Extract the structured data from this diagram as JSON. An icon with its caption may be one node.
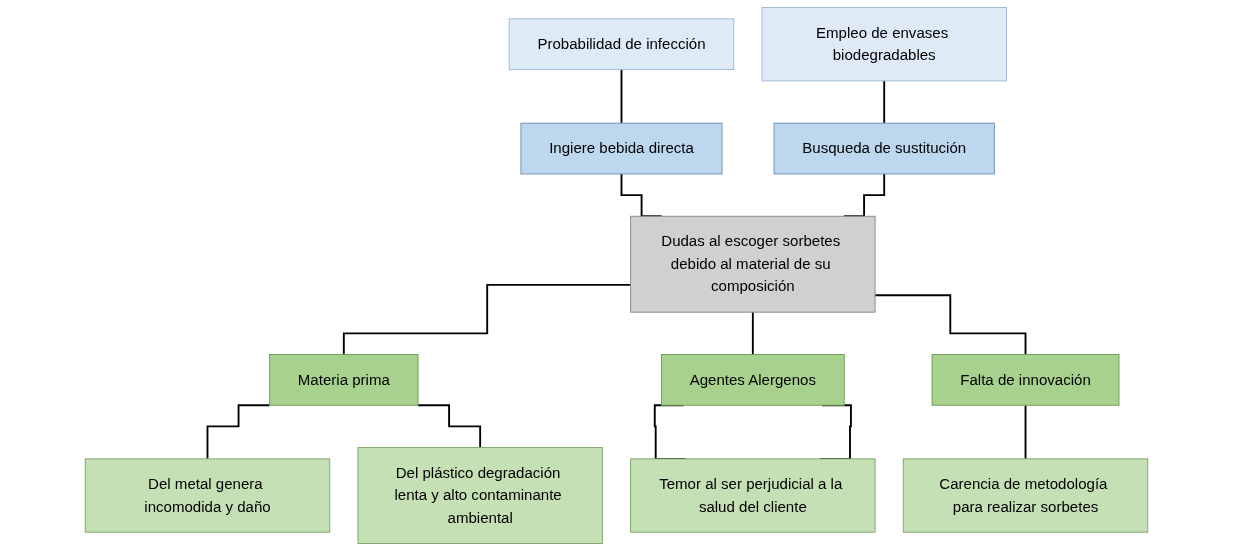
{
  "diagram": {
    "nodes": [
      {
        "text": [
          "Probabilidad de infección"
        ]
      },
      {
        "text": [
          "Empleo de envases biodegradables"
        ]
      },
      {
        "text": [
          "Ingiere bebida directa"
        ]
      },
      {
        "text": [
          "Busqueda de sustitución"
        ]
      },
      {
        "text": [
          "Dudas al escoger sorbetes debido al material de su composición"
        ]
      },
      {
        "text": [
          "Materia prima"
        ]
      },
      {
        "text": [
          "Agentes Alergenos"
        ]
      },
      {
        "text": [
          "Falta de innovación"
        ]
      },
      {
        "text": [
          "Del metal genera incomodida y daño"
        ]
      },
      {
        "text": [
          "Del plástico degradación lenta y alto contaminante ambiental"
        ]
      },
      {
        "text": [
          "Temor al ser perjudicial a la salud del cliente"
        ]
      },
      {
        "text": [
          "Carencia de metodología para realizar sorbetes"
        ]
      }
    ],
    "edges": [
      {
        "from": 0,
        "to": 2,
        "arrow": "none"
      },
      {
        "from": 1,
        "to": 3,
        "arrow": "none"
      },
      {
        "from": 2,
        "to": 4,
        "arrow": "none"
      },
      {
        "from": 3,
        "to": 4,
        "arrow": "none"
      },
      {
        "from": 4,
        "to": 5,
        "arrow": "none"
      },
      {
        "from": 4,
        "to": 6,
        "arrow": "none"
      },
      {
        "from": 4,
        "to": 7,
        "arrow": "none"
      },
      {
        "from": 5,
        "to": 8,
        "arrow": "none"
      },
      {
        "from": 5,
        "to": 9,
        "arrow": "none"
      },
      {
        "from": 6,
        "to": 10,
        "arrow": "none"
      },
      {
        "from": 6,
        "to": 10,
        "arrow": "none"
      },
      {
        "from": 7,
        "to": 11,
        "arrow": "none"
      }
    ]
  }
}
